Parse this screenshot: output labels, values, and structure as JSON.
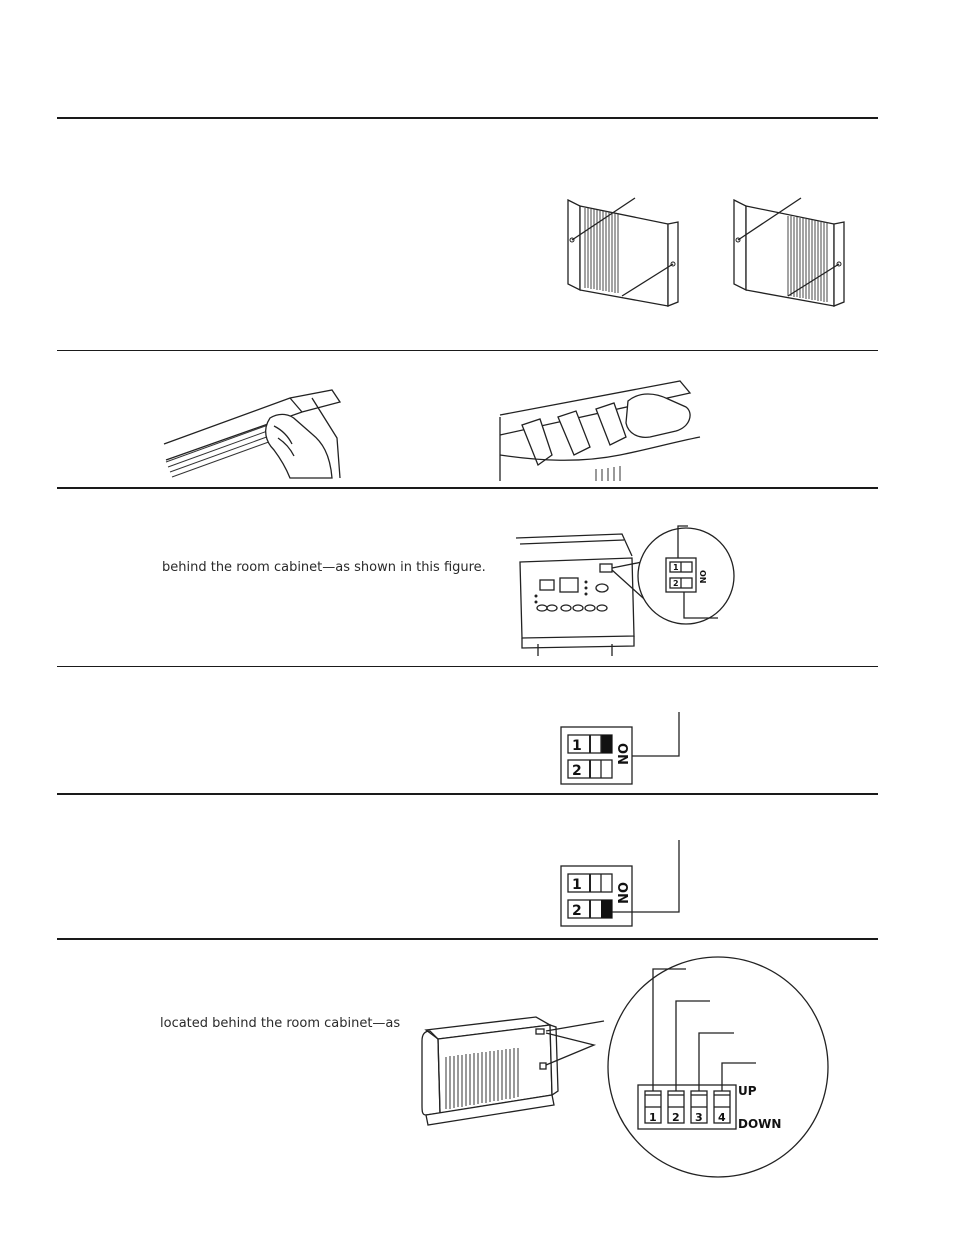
{
  "sections": {
    "dip_access": {
      "text": "behind the room cabinet—as shown in this figure."
    },
    "switch_panel": {
      "text": "located behind the room cabinet—as",
      "labels": {
        "up": "UP",
        "down": "DOWN"
      },
      "numbers": [
        "1",
        "2",
        "3",
        "4"
      ]
    }
  },
  "switch_on_label": "ON",
  "switch_numbers": [
    "1",
    "2"
  ]
}
